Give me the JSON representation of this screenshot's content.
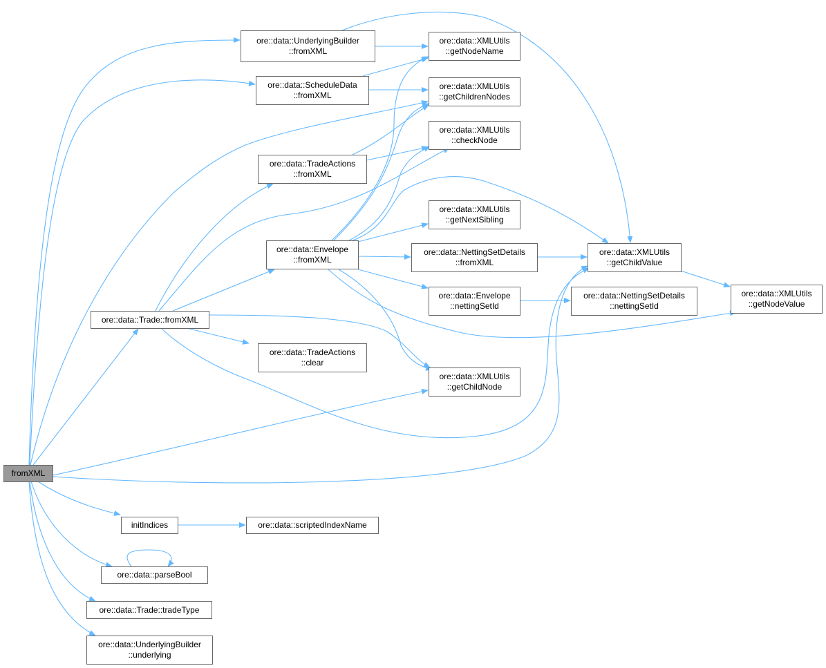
{
  "colors": {
    "edge": "#63b8ff",
    "node_border": "#666666",
    "root_fill": "#999999"
  },
  "nodes": {
    "root": {
      "l1": "fromXML"
    },
    "ub_fromxml": {
      "l1": "ore::data::UnderlyingBuilder",
      "l2": "::fromXML"
    },
    "sd_fromxml": {
      "l1": "ore::data::ScheduleData",
      "l2": "::fromXML"
    },
    "ta_fromxml": {
      "l1": "ore::data::TradeActions",
      "l2": "::fromXML"
    },
    "env_fromxml": {
      "l1": "ore::data::Envelope",
      "l2": "::fromXML"
    },
    "trade_fromxml": {
      "l1": "ore::data::Trade::fromXML"
    },
    "ta_clear": {
      "l1": "ore::data::TradeActions",
      "l2": "::clear"
    },
    "getnodename": {
      "l1": "ore::data::XMLUtils",
      "l2": "::getNodeName"
    },
    "getchildrennodes": {
      "l1": "ore::data::XMLUtils",
      "l2": "::getChildrenNodes"
    },
    "checknode": {
      "l1": "ore::data::XMLUtils",
      "l2": "::checkNode"
    },
    "getnextsibling": {
      "l1": "ore::data::XMLUtils",
      "l2": "::getNextSibling"
    },
    "nsd_fromxml": {
      "l1": "ore::data::NettingSetDetails",
      "l2": "::fromXML"
    },
    "env_nettingsetid": {
      "l1": "ore::data::Envelope",
      "l2": "::nettingSetId"
    },
    "getchildvalue": {
      "l1": "ore::data::XMLUtils",
      "l2": "::getChildValue"
    },
    "nsd_nettingsetid": {
      "l1": "ore::data::NettingSetDetails",
      "l2": "::nettingSetId"
    },
    "getnodevalue": {
      "l1": "ore::data::XMLUtils",
      "l2": "::getNodeValue"
    },
    "getchildnode": {
      "l1": "ore::data::XMLUtils",
      "l2": "::getChildNode"
    },
    "initindices": {
      "l1": "initIndices"
    },
    "scriptedindexname": {
      "l1": "ore::data::scriptedIndexName"
    },
    "parsebool": {
      "l1": "ore::data::parseBool"
    },
    "tradetype": {
      "l1": "ore::data::Trade::tradeType"
    },
    "ub_underlying": {
      "l1": "ore::data::UnderlyingBuilder",
      "l2": "::underlying"
    }
  }
}
